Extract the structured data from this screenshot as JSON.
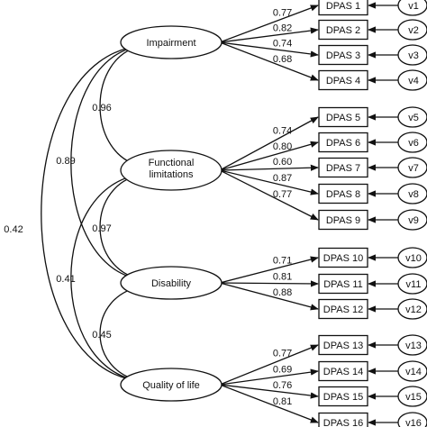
{
  "latents": [
    {
      "id": "impairment",
      "label": "Impairment"
    },
    {
      "id": "functional",
      "label": [
        "Functional",
        "limitations"
      ]
    },
    {
      "id": "disability",
      "label": "Disability"
    },
    {
      "id": "qol",
      "label": "Quality of life"
    }
  ],
  "indicators": [
    {
      "label": "DPAS 1",
      "error": "v1",
      "latent": "impairment",
      "loading": "0.77"
    },
    {
      "label": "DPAS 2",
      "error": "v2",
      "latent": "impairment",
      "loading": "0.82"
    },
    {
      "label": "DPAS 3",
      "error": "v3",
      "latent": "impairment",
      "loading": "0.74"
    },
    {
      "label": "DPAS 4",
      "error": "v4",
      "latent": "impairment",
      "loading": "0.68"
    },
    {
      "label": "DPAS 5",
      "error": "v5",
      "latent": "functional",
      "loading": "0.74"
    },
    {
      "label": "DPAS 6",
      "error": "v6",
      "latent": "functional",
      "loading": "0.80"
    },
    {
      "label": "DPAS 7",
      "error": "v7",
      "latent": "functional",
      "loading": "0.60"
    },
    {
      "label": "DPAS 8",
      "error": "v8",
      "latent": "functional",
      "loading": "0.87"
    },
    {
      "label": "DPAS 9",
      "error": "v9",
      "latent": "functional",
      "loading": "0.77"
    },
    {
      "label": "DPAS 10",
      "error": "v10",
      "latent": "disability",
      "loading": "0.71"
    },
    {
      "label": "DPAS 11",
      "error": "v11",
      "latent": "disability",
      "loading": "0.81"
    },
    {
      "label": "DPAS 12",
      "error": "v12",
      "latent": "disability",
      "loading": "0.88"
    },
    {
      "label": "DPAS 13",
      "error": "v13",
      "latent": "qol",
      "loading": "0.77"
    },
    {
      "label": "DPAS 14",
      "error": "v14",
      "latent": "qol",
      "loading": "0.69"
    },
    {
      "label": "DPAS 15",
      "error": "v15",
      "latent": "qol",
      "loading": "0.76"
    },
    {
      "label": "DPAS 16",
      "error": "v16",
      "latent": "qol",
      "loading": "0.81"
    }
  ],
  "correlations": [
    {
      "from": "impairment",
      "to": "functional",
      "value": "0.96"
    },
    {
      "from": "functional",
      "to": "disability",
      "value": "0.97"
    },
    {
      "from": "disability",
      "to": "qol",
      "value": "0.45"
    },
    {
      "from": "impairment",
      "to": "disability",
      "value": "0.89"
    },
    {
      "from": "functional",
      "to": "qol",
      "value": "0.41"
    },
    {
      "from": "impairment",
      "to": "qol",
      "value": "0.42"
    }
  ]
}
